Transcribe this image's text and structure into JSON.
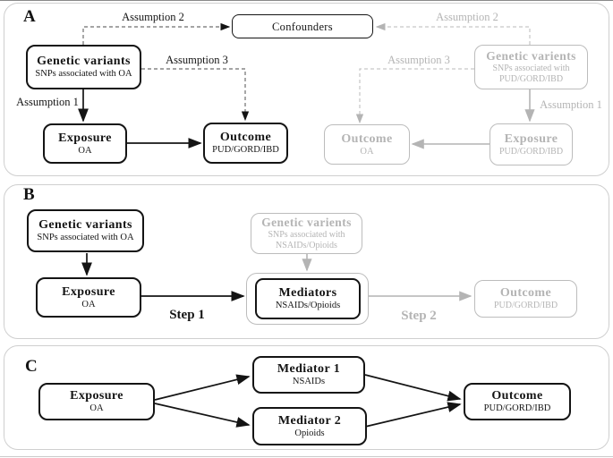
{
  "colors": {
    "black": "#141414",
    "gray": "#b4b4b4",
    "panel_border": "#cfcfcf"
  },
  "panels": {
    "a": {
      "label": "A",
      "confounders_title": "Confounders",
      "left": {
        "genetic_title": "Genetic variants",
        "genetic_subtitle": "SNPs associated with OA",
        "exposure_title": "Exposure",
        "exposure_subtitle": "OA",
        "outcome_title": "Outcome",
        "outcome_subtitle": "PUD/GORD/IBD",
        "assumption1": "Assumption 1",
        "assumption2": "Assumption 2",
        "assumption3": "Assumption 3"
      },
      "right": {
        "genetic_title": "Genetic varients",
        "genetic_subtitle_line1": "SNPs associated with",
        "genetic_subtitle_line2": "PUD/GORD/IBD",
        "exposure_title": "Exposure",
        "exposure_subtitle": "PUD/GORD/IBD",
        "outcome_title": "Outcome",
        "outcome_subtitle": "OA",
        "assumption1": "Assumption 1",
        "assumption2": "Assumption 2",
        "assumption3": "Assumption 3"
      }
    },
    "b": {
      "label": "B",
      "genetic_oa_title": "Genetic variants",
      "genetic_oa_subtitle": "SNPs associated with OA",
      "exposure_title": "Exposure",
      "exposure_subtitle": "OA",
      "step1": "Step 1",
      "genetic_med_title": "Genetic varients",
      "genetic_med_subtitle_line1": "SNPs associated with",
      "genetic_med_subtitle_line2": "NSAIDs/Opioids",
      "mediators_title": "Mediators",
      "mediators_subtitle": "NSAIDs/Opioids",
      "step2": "Step 2",
      "outcome_title": "Outcome",
      "outcome_subtitle": "PUD/GORD/IBD"
    },
    "c": {
      "label": "C",
      "exposure_title": "Exposure",
      "exposure_subtitle": "OA",
      "mediator1_title": "Mediator 1",
      "mediator1_subtitle": "NSAIDs",
      "mediator2_title": "Mediator 2",
      "mediator2_subtitle": "Opioids",
      "outcome_title": "Outcome",
      "outcome_subtitle": "PUD/GORD/IBD"
    }
  }
}
